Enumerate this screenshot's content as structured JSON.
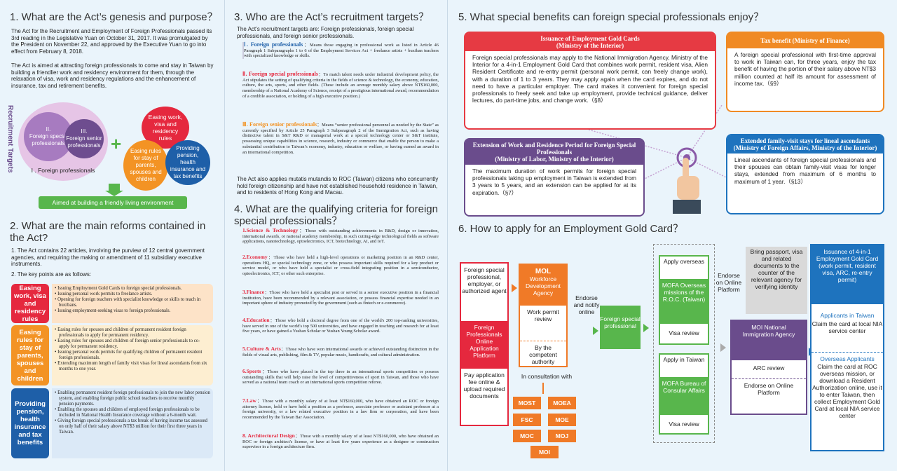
{
  "s1": {
    "title": "1. What are the Act’s genesis and purpose？",
    "p1": "The Act for the Recruitment and Employment of Foreign Professionals passed its 3rd reading in the Legislative Yuan on October 31, 2017. It was promulgated by the President on November 22, and approved by the Executive Yuan to go into effect from February 8, 2018.",
    "p2": "The Act is aimed at attracting foreign professionals to come and stay in Taiwan by building a friendlier work and residency environment for them, through the relaxation of visa, work and residency regulations and the enhancement of insurance, tax and retirement benefits.",
    "side_label": "Recruitment Targets",
    "c2": "II.\nForeign special professionals",
    "c3": "III.\nForeign senior professionals",
    "c1": "I . Foreign professionals",
    "plus": "+",
    "b1": "Easing work, visa and residency rules",
    "b2": "Easing rules for stay of parents, spouses and children",
    "b3": "Providing pension, health insurance and tax benefits",
    "aim": "Aimed at building a friendly living environment"
  },
  "s2": {
    "title": "2. What are the main reforms contained in the Act?",
    "p1": "1. The Act contains 22 articles, involving the purview of 12 central government agencies, and requiring the making or amendment of 11 subsidiary executive instruments.",
    "p2": "2. The key points are as follows:",
    "rows": [
      {
        "label": "Easing work, visa and residency rules",
        "items": [
          "• Issuing Employment Gold Cards to foreign special professionals.",
          "• Issuing personal work permits to freelance artists.",
          "• Opening for foreign teachers with specialist knowledge or skills to teach in buxibans.",
          "• Issuing employment-seeking visas to foreign professionals."
        ]
      },
      {
        "label": "Easing rules for stay of parents, spouses and children",
        "items": [
          "• Easing rules for spouses and children of permanent resident foreign professionals to apply for permanent residency.",
          "• Easing rules for spouses and children of foreign senior professionals to co-apply for permanent residency.",
          "• Issuing personal work permits for qualifying children of permanent resident foreign professionals.",
          "• Extending maximum length of family visit visas for lineal ascendants from six months to one year."
        ]
      },
      {
        "label": "Providing pension, health insurance and tax benefits",
        "items": [
          "• Enabling permanent resident foreign professionals to join the new labor pension system, and enabling foreign public school teachers to receive monthly pension payments.",
          "• Enabling the spouses and children of employed foreign professionals to be included in National Health Insurance coverage without a 6-month wait.",
          "• Giving foreign special professionals a tax break of having income tax assessed on only half of their salary above NT$3 million for their first three years in Taiwan."
        ]
      }
    ]
  },
  "s3": {
    "title": "3. Who are the Act’s recruitment targets？",
    "intro": "The Act’s recruitment targets are: Foreign professionals, foreign special professionals, and foreign senior professionals.",
    "t1h": "Ⅰ. Foreign professionals",
    "t1": "：Means those engaging in professional work as listed in Article 46 Paragraph 1 Subparagraphs 1 to 6 of the Employment Services Act + freelance artists + buxiban teachers with specialized knowledge or skills.",
    "t2h": "Ⅱ. Foreign special professionals",
    "t2": "：To match talent needs under industrial development policy, the Act stipulates the setting of qualifying criteria in the fields of science & technology, the economy, education, culture, the arts, sports, and other fields. (These include an average monthly salary above NT$160,000, membership of a National Academy of Science, receipt of a prestigious international award, recommendation of a credible association, or holding of a high executive position.)",
    "t3h": "Ⅲ. Foreign senior professionals",
    "t3": "：Means “senior professional personnel as needed by the State” as currently specified by Article 25 Paragraph 3 Subparagraph 2 of the Immigration Act, such as having distinctive talent in S&T R&D or managerial work at a special technology center or S&T institute, possessing unique capabilities in science, research, industry or commerce that enable the person to make a substantial contribution to Taiwan’s economy, industry, education or welfare, or having earned an award in an international competition.",
    "note": "The Act also applies mutatis mutandis to ROC (Taiwan) citizens who concurrently hold foreign citizenship and have not established household residence in Taiwan, and to residents of Hong Kong and Macau."
  },
  "s4": {
    "title": "4. What are the qualifying criteria for foreign special professionals？",
    "items": [
      {
        "h": "1.Science & Technology",
        "t": "：Those with outstanding achievements in R&D, design or innovation, international awards, or national academy membership, in such cutting-edge technological fields as software applications, nanotechnology, optoelectronics, ICT, biotechnology, AI, and IoT."
      },
      {
        "h": "2.Economy",
        "t": "：Those who have held a high-level operations or marketing position in an R&D center, operations HQ, or special technology zone, or who possess important skills required for a key product or service model, or who have held a specialist or cross-field integrating position in a semiconductor, optoelectronics, ICT, or other such enterprise."
      },
      {
        "h": "3.Finance",
        "t": "：Those who have held a specialist post or served in a senior executive position in a financial institution, have been recommended by a relevant association, or possess financial expertise needed in an important sphere of industry promoted by the government (such as fintech or e-commerce)."
      },
      {
        "h": "4.Education",
        "t": "：Those who hold a doctoral degree from one of the world's 200 top-ranking universities, have served in one of the world's top 500 universities, and have engaged in teaching and research for at least five years, or have gained a Yushan Scholar or Yushan Young Scholar award."
      },
      {
        "h": "5.Culture & Arts",
        "t": "：Those who have won international awards or achieved outstanding distinction in the fields of visual arts, publishing, film & TV, popular music, handicrafts, and cultural administration."
      },
      {
        "h": "6.Sports",
        "t": "：Those who have placed in the top three in an international sports competition or possess outstanding skills that will help raise the level of competitiveness of sport in Taiwan, and those who have served as a national team coach or an international sports competition referee."
      },
      {
        "h": "7.Law",
        "t": "：Those with a monthly salary of at least NT$160,000, who have obtained an ROC or foreign attorney license, hold or have held a position as a professor, associate professor or assistant professor at a foreign university, or a law related executive position in a law firm or corporation, and have been recommended by the Taiwan Bar Association."
      },
      {
        "h": "8. Architectural Design",
        "t": "：Those with a monthly salary of at least NT$160,000, who have obtained an ROC or foreign architect's license, or have at least five years experience as a designer or construction supervisor in a foreign architecture firm."
      }
    ]
  },
  "s5": {
    "title": "5. What special benefits can foreign special professionals enjoy？",
    "gold_h": "Issuance of Employment Gold Cards\n(Ministry of the Interior)",
    "gold": "Foreign special professionals may apply to the National Immigration Agency, Ministry of the Interior for a 4-in-1 Employment Gold Card that combines work permit, resident visa, Alien Resident Certificate and re-entry permit (personal work permit, can freely change work), with a duration of 1 to 3 years. They may apply again when the card expires, and do not need to have a particular employer. The card makes it convenient for foreign special professionals to freely seek and take up employment, provide technical guidance, deliver lectures, do part-time jobs, and change work.（§8）",
    "tax_h": "Tax benefit (Ministry of Finance)",
    "tax": "A foreign special professional with first-time approval to work in Taiwan can, for three years, enjoy the tax benefit of having the portion of their salary above NT$3 million counted at half its amount for assessment of income tax.（§9）",
    "ext_h": "Extension of Work and Residence Period for Foreign Special Professionals\n(Ministry of Labor, Ministry of the Interior)",
    "ext": "The maximum duration of work permits for foreign special professionals taking up employment in Taiwan is extended from 3 years to 5 years, and an extension can be applied for at its expiration.（§7）",
    "fam_h": "Extended family-visit stays for lineal ascendants (Ministry of Foreign Affairs, Ministry of the Interior)",
    "fam": "Lineal ascendants of foreign special professionals and their spouses can obtain family-visit visas for longer stays, extended from maximum of 6 months to maximum of 1 year.（§13）",
    "colors": {
      "red": "#e63a43",
      "orange": "#f08a24",
      "purple": "#6a4c8c",
      "blue": "#1e73be"
    },
    "icon": "hand-tap-icon"
  },
  "s6": {
    "title": "6. How to apply for an Employment Gold Card？",
    "applicant": "Foreign special professional, employer, or authorized agent",
    "platform": "Foreign Professionals Online Application Platform",
    "pay": "Pay application fee online & upload required documents",
    "mol_h": "MOL",
    "mol": "Workforce Development Agency",
    "wpr": "Work permit review",
    "bycomp": "By the competent authority",
    "consult": "In consultation with",
    "ministries": [
      "MOST",
      "MOEA",
      "FSC",
      "MOE",
      "MOC",
      "MOJ",
      "MOI"
    ],
    "endorse": "Endorse and notify online",
    "fsp": "Foreign special professional",
    "apply_over": "Apply overseas",
    "mofa_over": "MOFA Overseas missions of the R.O.C. (Taiwan)",
    "visa1": "Visa review",
    "apply_tw": "Apply in Taiwan",
    "mofa_tw": "MOFA Bureau of Consular Affairs",
    "visa2": "Visa review",
    "endorse2": "Endorse on Online Platform",
    "bring": "Bring passport, visa and related documents to the counter of the relevant agency for verifying identity",
    "moi": "MOI National Immigration Agency",
    "arc": "ARC review",
    "endorse3": "Endorse on Online Platform",
    "issue": "Issuance of 4-in-1 Employment Gold Card (work permit, resident visa, ARC, re-entry permit)",
    "tw_h": "Applicants in Taiwan",
    "tw": "Claim the card at local NIA service center",
    "ov_h": "Overseas Applicants",
    "ov": "Claim the card at ROC overseas mission, or download a Resident Authorization online, use it to enter Taiwan, then collect Employment Gold Card at local NIA service center"
  }
}
